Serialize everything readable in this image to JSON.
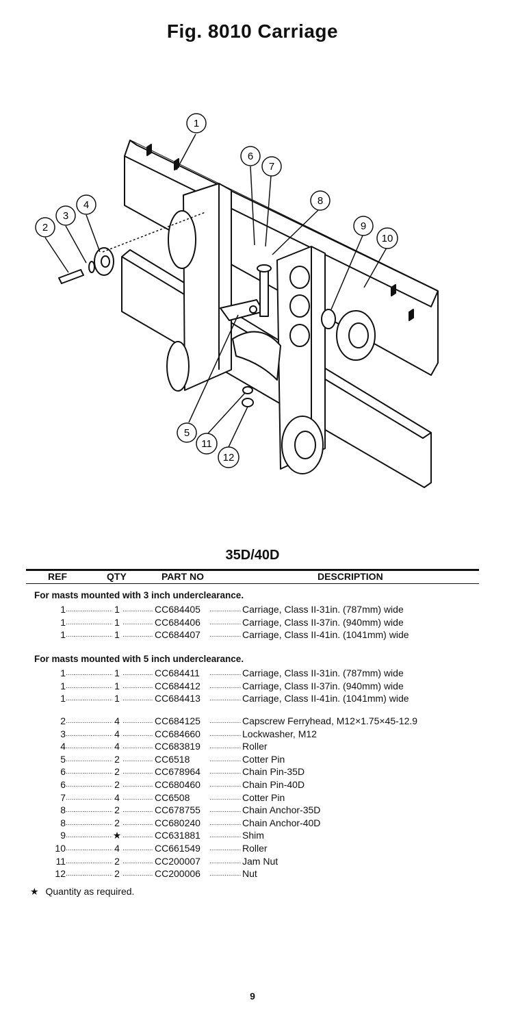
{
  "page": {
    "title": "Fig. 8010 Carriage",
    "model": "35D/40D",
    "page_number": "9"
  },
  "diagram": {
    "callouts": [
      "1",
      "2",
      "3",
      "4",
      "5",
      "6",
      "7",
      "8",
      "9",
      "10",
      "11",
      "12"
    ]
  },
  "table": {
    "headers": {
      "ref": "REF",
      "qty": "QTY",
      "part": "PART NO",
      "desc": "DESCRIPTION"
    },
    "sections": [
      {
        "heading": "For masts mounted with 3 inch underclearance.",
        "rows": [
          {
            "ref": "1",
            "qty": "1",
            "part": "CC684405",
            "desc": "Carriage, Class II-31in. (787mm) wide"
          },
          {
            "ref": "1",
            "qty": "1",
            "part": "CC684406",
            "desc": "Carriage, Class II-37in. (940mm) wide"
          },
          {
            "ref": "1",
            "qty": "1",
            "part": "CC684407",
            "desc": "Carriage, Class II-41in. (1041mm) wide"
          }
        ]
      },
      {
        "heading": "For masts mounted with 5 inch underclearance.",
        "rows": [
          {
            "ref": "1",
            "qty": "1",
            "part": "CC684411",
            "desc": "Carriage, Class II-31in. (787mm) wide"
          },
          {
            "ref": "1",
            "qty": "1",
            "part": "CC684412",
            "desc": "Carriage, Class II-37in. (940mm) wide"
          },
          {
            "ref": "1",
            "qty": "1",
            "part": "CC684413",
            "desc": "Carriage, Class II-41in. (1041mm) wide"
          }
        ]
      },
      {
        "heading": "",
        "rows": [
          {
            "ref": "2",
            "qty": "4",
            "part": "CC684125",
            "desc": "Capscrew Ferryhead, M12×1.75×45-12.9"
          },
          {
            "ref": "3",
            "qty": "4",
            "part": "CC684660",
            "desc": "Lockwasher, M12"
          },
          {
            "ref": "4",
            "qty": "4",
            "part": "CC683819",
            "desc": "Roller"
          },
          {
            "ref": "5",
            "qty": "2",
            "part": "CC6518",
            "desc": "Cotter Pin"
          },
          {
            "ref": "6",
            "qty": "2",
            "part": "CC678964",
            "desc": "Chain Pin-35D"
          },
          {
            "ref": "6",
            "qty": "2",
            "part": "CC680460",
            "desc": "Chain Pin-40D"
          },
          {
            "ref": "7",
            "qty": "4",
            "part": "CC6508",
            "desc": "Cotter Pin"
          },
          {
            "ref": "8",
            "qty": "2",
            "part": "CC678755",
            "desc": "Chain Anchor-35D"
          },
          {
            "ref": "8",
            "qty": "2",
            "part": "CC680240",
            "desc": "Chain Anchor-40D"
          },
          {
            "ref": "9",
            "qty": "★",
            "part": "CC631881",
            "desc": "Shim"
          },
          {
            "ref": "10",
            "qty": "4",
            "part": "CC661549",
            "desc": "Roller"
          },
          {
            "ref": "11",
            "qty": "2",
            "part": "CC200007",
            "desc": "Jam Nut"
          },
          {
            "ref": "12",
            "qty": "2",
            "part": "CC200006",
            "desc": "Nut"
          }
        ]
      }
    ],
    "footnote": {
      "symbol": "★",
      "text": "Quantity as required."
    }
  }
}
